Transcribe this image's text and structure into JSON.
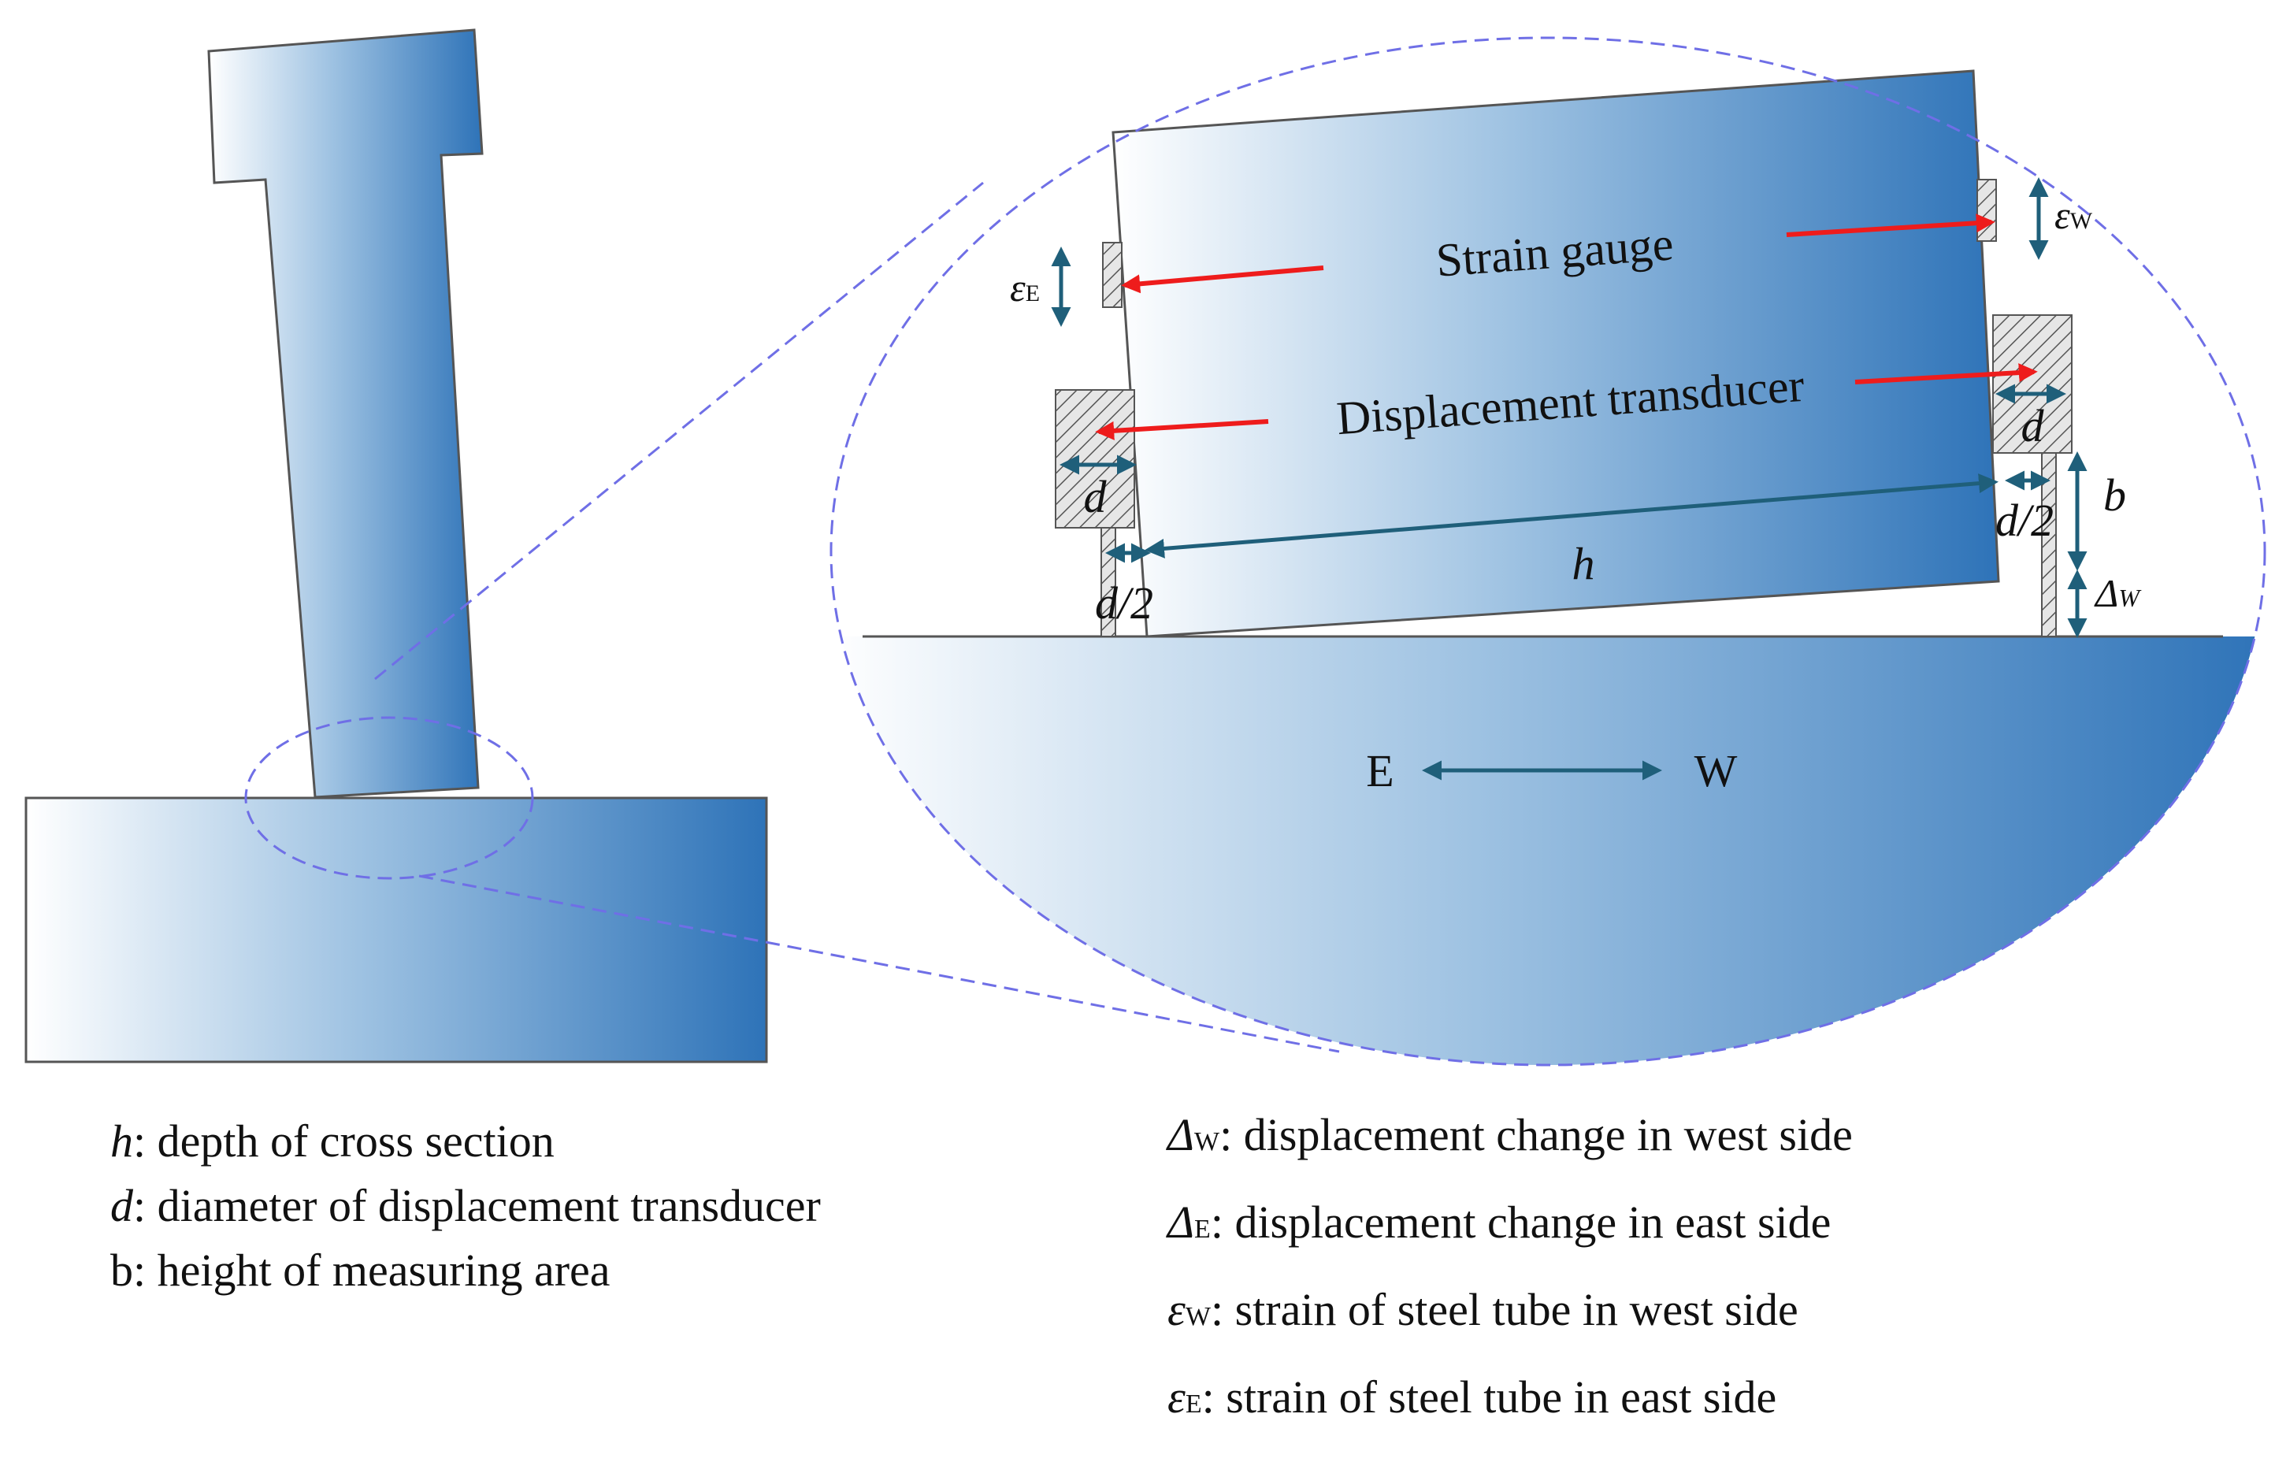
{
  "labels": {
    "strain_gauge": "Strain gauge",
    "displacement_transducer": "Displacement transducer",
    "h": "h",
    "d": "d",
    "d_half": "d/2",
    "b": "b",
    "delta_w": "Δ",
    "delta_w_sub": "W",
    "eps": "ε",
    "eps_e_sub": "E",
    "eps_w_sub": "W",
    "east": "E",
    "west": "W"
  },
  "legend_left": [
    {
      "sym": "h",
      "sub": "",
      "text": ": depth of cross section"
    },
    {
      "sym": "d",
      "sub": "",
      "text": ": diameter of displacement transducer"
    },
    {
      "sym": "",
      "sub": "",
      "text": "b: height of measuring area"
    }
  ],
  "legend_right": [
    {
      "sym": "Δ",
      "sub": "W",
      "text": ": displacement change in west side"
    },
    {
      "sym": "Δ",
      "sub": "E",
      "text": ": displacement change in east side"
    },
    {
      "sym": "ε",
      "sub": "W",
      "text": ": strain of steel tube in west side"
    },
    {
      "sym": "ε",
      "sub": "E",
      "text": ": strain of steel tube in east side"
    }
  ],
  "colors": {
    "blue_dark": "#2e73b8",
    "blue_light": "#ffffff",
    "dim_arrow": "#1f5f7a",
    "pointer_arrow": "#ee1c1c",
    "dashed": "#6f6fe6"
  }
}
